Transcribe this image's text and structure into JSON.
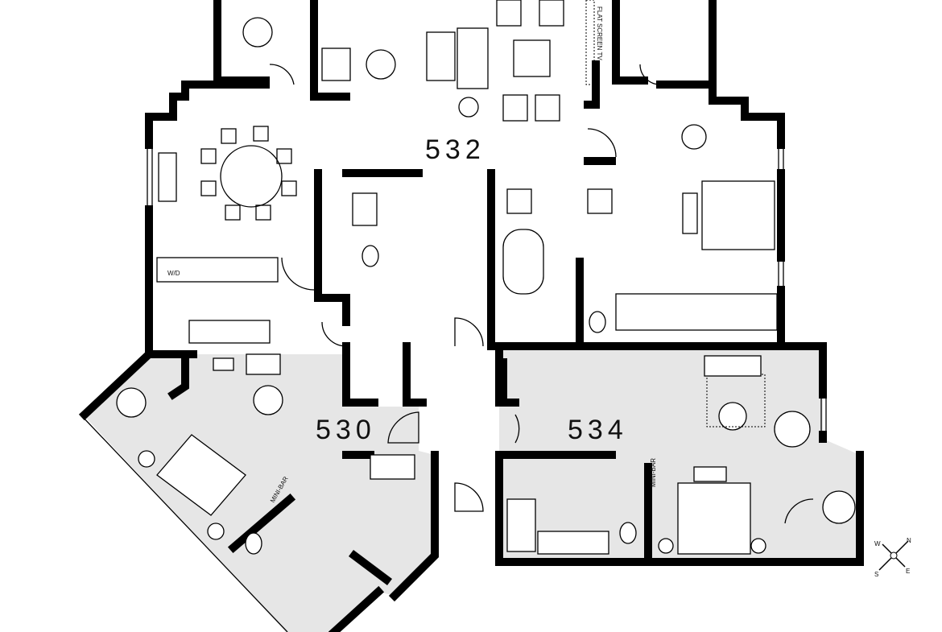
{
  "rooms": [
    {
      "number": "532"
    },
    {
      "number": "530"
    },
    {
      "number": "534"
    }
  ],
  "labels": {
    "washer_dryer": "W/D",
    "flat_screen_tv": "FLAT SCREEN TV",
    "mini_bar_530": "MINI-BAR",
    "mini_bar_534": "MINI-BAR"
  },
  "compass": {
    "n": "N",
    "e": "E",
    "s": "S",
    "w": "W"
  },
  "colors": {
    "wall": "#000000",
    "suite_shade": "#e6e6e6",
    "background": "#ffffff"
  }
}
